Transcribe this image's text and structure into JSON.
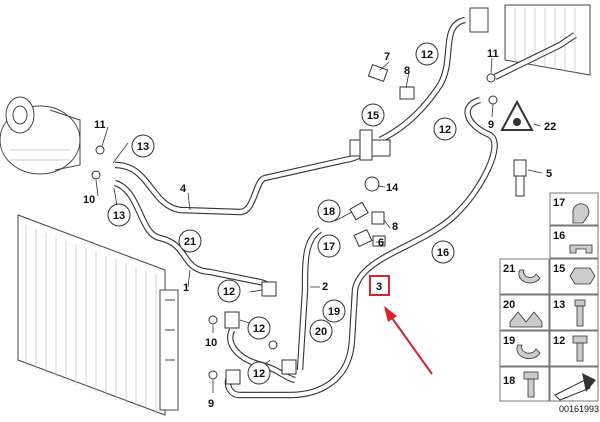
{
  "callouts": {
    "c1": "1",
    "c2": "2",
    "c3": "3",
    "c4": "4",
    "c5": "5",
    "c6": "6",
    "c7": "7",
    "c8a": "8",
    "c8b": "8",
    "c9a": "9",
    "c9b": "9",
    "c10a": "10",
    "c10b": "10",
    "c11a": "11",
    "c11b": "11",
    "c12a": "12",
    "c12b": "12",
    "c12c": "12",
    "c12d": "12",
    "c12e": "12",
    "c13a": "13",
    "c13b": "13",
    "c14": "14",
    "c15": "15",
    "c16": "16",
    "c17": "17",
    "c18": "18",
    "c19": "19",
    "c20": "20",
    "c21": "21",
    "c22": "22"
  },
  "legend": {
    "l17": "17",
    "l16": "16",
    "l21": "21",
    "l15": "15",
    "l20": "20",
    "l13": "13",
    "l19": "19",
    "l12": "12",
    "l18": "18"
  },
  "diagram_ref": "00161993",
  "highlight_color": "#d9232d"
}
